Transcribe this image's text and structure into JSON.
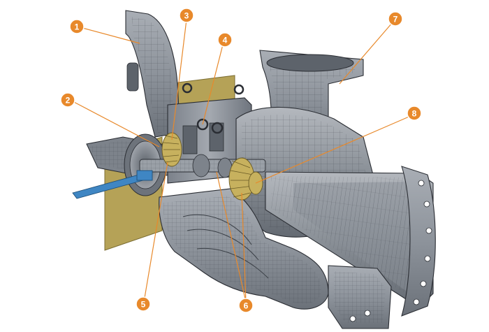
{
  "callouts": [
    {
      "number": "1"
    },
    {
      "number": "2"
    },
    {
      "number": "3"
    },
    {
      "number": "4"
    },
    {
      "number": "5"
    },
    {
      "number": "6"
    },
    {
      "number": "7"
    },
    {
      "number": "8"
    }
  ],
  "colors": {
    "callout": "#e8892b",
    "metal": "#8d939b",
    "metal_dark": "#5d636b",
    "mesh": "#2b2f36",
    "plate": "#b5a257",
    "lever": "#3f86c3"
  }
}
